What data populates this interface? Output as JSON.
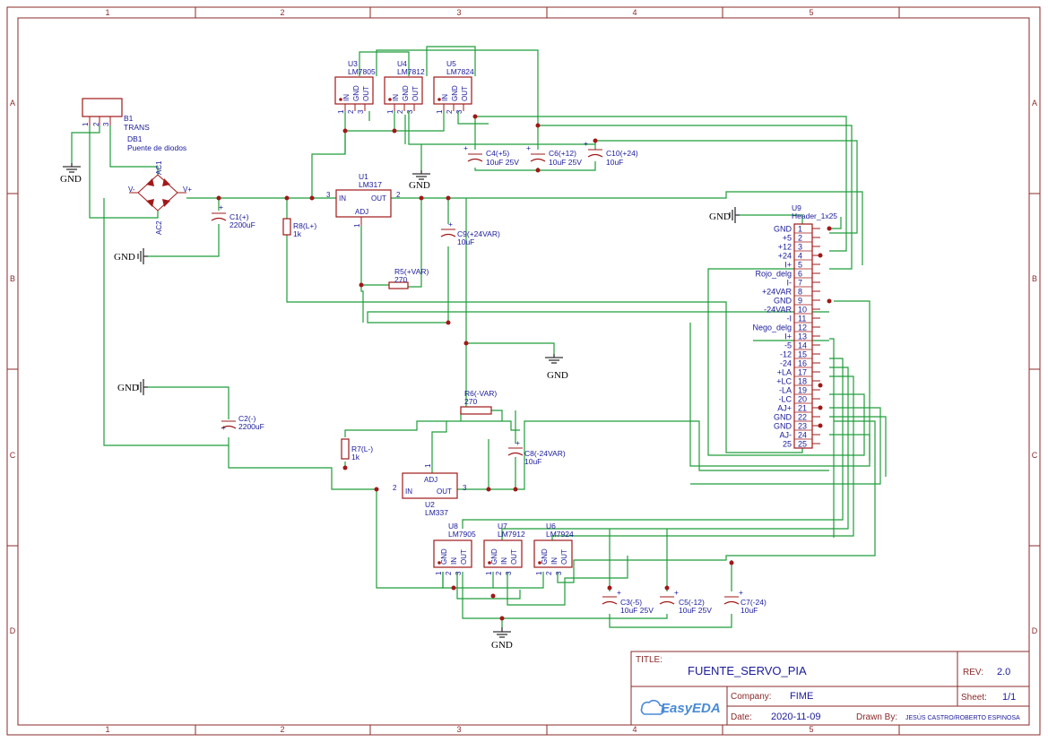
{
  "border": {
    "columns": [
      "1",
      "2",
      "3",
      "4",
      "5"
    ],
    "rows": [
      "A",
      "B",
      "C",
      "D"
    ]
  },
  "components": {
    "u3": {
      "ref": "U3",
      "value": "LM7805",
      "pins": [
        "IN",
        "GND",
        "OUT"
      ],
      "pin_numbers": [
        "1",
        "2",
        "3"
      ]
    },
    "u4": {
      "ref": "U4",
      "value": "LM7812",
      "pins": [
        "IN",
        "GND",
        "OUT"
      ],
      "pin_numbers": [
        "1",
        "2",
        "3"
      ]
    },
    "u5": {
      "ref": "U5",
      "value": "LM7824",
      "pins": [
        "IN",
        "GND",
        "OUT"
      ],
      "pin_numbers": [
        "1",
        "2",
        "3"
      ]
    },
    "u8": {
      "ref": "U8",
      "value": "LM7905",
      "pins": [
        "GND",
        "IN",
        "OUT"
      ],
      "pin_numbers": [
        "1",
        "2",
        "3"
      ]
    },
    "u7": {
      "ref": "U7",
      "value": "LM7912",
      "pins": [
        "GND",
        "IN",
        "OUT"
      ],
      "pin_numbers": [
        "1",
        "2",
        "3"
      ]
    },
    "u6": {
      "ref": "U6",
      "value": "LM7924",
      "pins": [
        "GND",
        "IN",
        "OUT"
      ],
      "pin_numbers": [
        "1",
        "2",
        "3"
      ]
    },
    "b1": {
      "ref": "B1",
      "value": "TRANS",
      "pin_numbers": [
        "1",
        "2",
        "3"
      ]
    },
    "db1": {
      "ref": "DB1",
      "value": "Puente de diodos",
      "pins": [
        "AC1",
        "AC2",
        "V-",
        "V+"
      ]
    },
    "u1": {
      "ref": "U1",
      "value": "LM317",
      "pin_in": "IN",
      "pin_out": "OUT",
      "pin_adj": "ADJ",
      "n_in": "3",
      "n_out": "2",
      "n_adj": "1"
    },
    "u2": {
      "ref": "U2",
      "value": "LM337",
      "pin_in": "IN",
      "pin_out": "OUT",
      "pin_adj": "ADJ",
      "n_in": "2",
      "n_out": "3",
      "n_adj": "1"
    },
    "c1": {
      "ref": "C1(+)",
      "value": "2200uF"
    },
    "c2": {
      "ref": "C2(-)",
      "value": "2200uF"
    },
    "c3": {
      "ref": "C3(-5)",
      "value": "10uF 25V"
    },
    "c4": {
      "ref": "C4(+5)",
      "value": "10uF 25V"
    },
    "c5": {
      "ref": "C5(-12)",
      "value": "10uF 25V"
    },
    "c6": {
      "ref": "C6(+12)",
      "value": "10uF 25V"
    },
    "c7": {
      "ref": "C7(-24)",
      "value": "10uF"
    },
    "c8": {
      "ref": "C8(-24VAR)",
      "value": "10uF"
    },
    "c9": {
      "ref": "C9(+24VAR)",
      "value": "10uF"
    },
    "c10": {
      "ref": "C10(+24)",
      "value": "10uF"
    },
    "r5": {
      "ref": "R5(+VAR)",
      "value": "270"
    },
    "r6": {
      "ref": "R6(-VAR)",
      "value": "270"
    },
    "r7": {
      "ref": "R7(L-)",
      "value": "1k"
    },
    "r8": {
      "ref": "R8(L+)",
      "value": "1k"
    },
    "u9": {
      "ref": "U9",
      "value": "Header_1x25",
      "pins": [
        "1",
        "2",
        "3",
        "4",
        "5",
        "6",
        "7",
        "8",
        "9",
        "10",
        "11",
        "12",
        "13",
        "14",
        "15",
        "16",
        "17",
        "18",
        "19",
        "20",
        "21",
        "22",
        "23",
        "24",
        "25"
      ],
      "labels": [
        "GND",
        "+5",
        "+12",
        "+24",
        "I+",
        "Rojo_delg",
        "I-",
        "+24VAR",
        "GND",
        "-24VAR",
        "-I",
        "Nego_delg",
        "I+",
        "-5",
        "-12",
        "-24",
        "+LA",
        "+LC",
        "-LA",
        "-LC",
        "AJ+",
        "GND",
        "GND",
        "AJ-",
        "25"
      ]
    }
  },
  "gnd_label": "GND",
  "title_block": {
    "title_label": "TITLE:",
    "title": "FUENTE_SERVO_PIA",
    "rev_label": "REV:",
    "rev": "2.0",
    "company_label": "Company:",
    "company": "FIME",
    "sheet_label": "Sheet:",
    "sheet": "1/1",
    "date_label": "Date:",
    "date": "2020-11-09",
    "drawn_label": "Drawn By:",
    "drawn_by": "JESÚS CASTRO/ROBERTO ESPINOSA",
    "logo": "EasyEDA"
  },
  "colors": {
    "wire": "#1f9d3a",
    "component": "#a01818",
    "text": "#1a1a9a",
    "frame": "#8b2a2a"
  }
}
